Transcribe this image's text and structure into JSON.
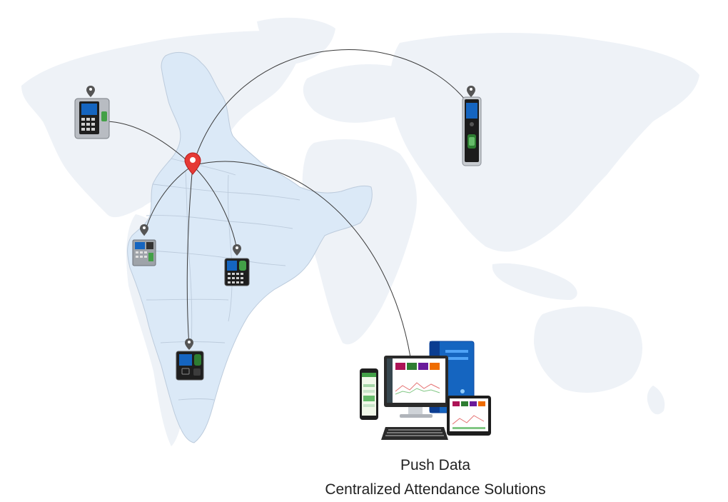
{
  "caption": {
    "line1": "Push Data",
    "line2": "Centralized Attendance Solutions"
  },
  "colors": {
    "world_land": "#eef2f7",
    "india_fill": "#dbe9f7",
    "india_border": "#bccbdc",
    "connector": "#3a3a3a",
    "hub_pin": "#e53935",
    "device_pin": "#555555",
    "device_body": "#2b2b2b",
    "screen": "#1565c0"
  },
  "nodes": [
    {
      "id": "hub-pin-icon",
      "kind": "hub"
    },
    {
      "id": "device-terminal-northwest",
      "kind": "device"
    },
    {
      "id": "device-terminal-far-east",
      "kind": "device"
    },
    {
      "id": "device-terminal-gujarat",
      "kind": "device"
    },
    {
      "id": "device-terminal-central",
      "kind": "device"
    },
    {
      "id": "device-terminal-south",
      "kind": "device"
    },
    {
      "id": "central-server-workstation",
      "kind": "server"
    }
  ]
}
